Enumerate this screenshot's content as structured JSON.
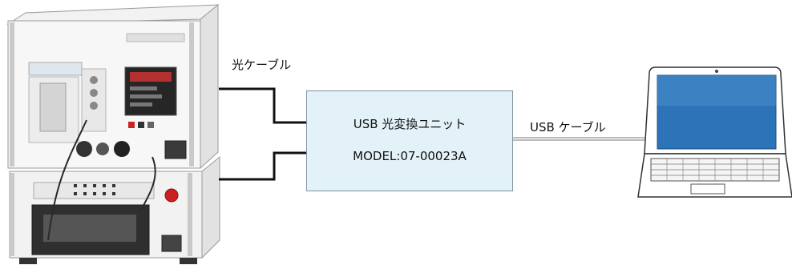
{
  "labels": {
    "optical_cable": "光ケーブル",
    "usb_cable": "USB ケーブル"
  },
  "converter": {
    "name": "USB 光変換ユニット",
    "model": "MODEL:07-00023A"
  },
  "colors": {
    "box_fill": "#e3f2f9",
    "box_border": "#7e93a2",
    "optical_line": "#111111",
    "usb_line": "#777777"
  }
}
